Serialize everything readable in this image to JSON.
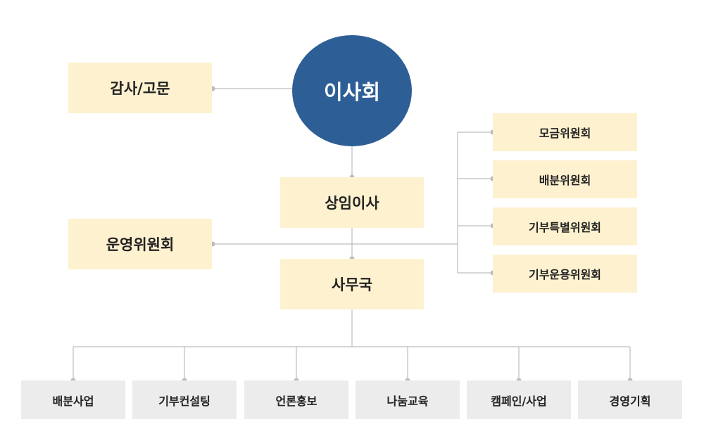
{
  "board": {
    "label": "이사회"
  },
  "auditor": {
    "label": "감사/고문"
  },
  "standing_director": {
    "label": "상임이사"
  },
  "operating_committee": {
    "label": "운영위원회"
  },
  "secretariat": {
    "label": "사무국"
  },
  "committees": [
    {
      "label": "모금위원회"
    },
    {
      "label": "배분위원회"
    },
    {
      "label": "기부특별위원회"
    },
    {
      "label": "기부운용위원회"
    }
  ],
  "departments": [
    {
      "label": "배분사업"
    },
    {
      "label": "기부컨설팅"
    },
    {
      "label": "언론홍보"
    },
    {
      "label": "나눔교육"
    },
    {
      "label": "캠페인/사업"
    },
    {
      "label": "경영기획"
    }
  ],
  "colors": {
    "circle": "#2e5e96",
    "yellow_box": "#fdf1cf",
    "gray_box": "#ececec",
    "line": "#bbbbbb"
  }
}
